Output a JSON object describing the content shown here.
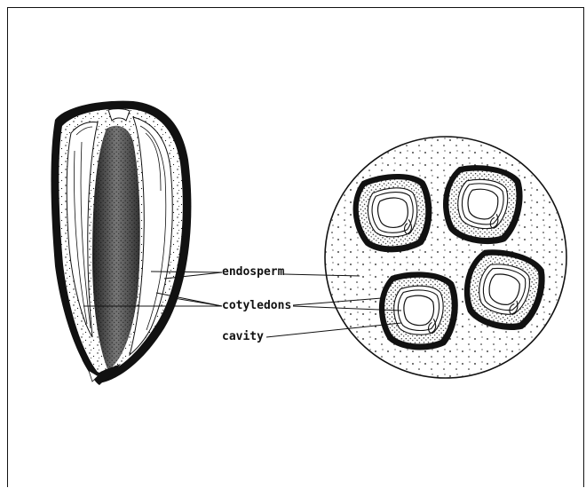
{
  "figure": {
    "labels": {
      "endosperm": "endosperm",
      "cotyledons": "cotyledons",
      "cavity": "cavity"
    },
    "colors": {
      "ink": "#111111",
      "paper": "#ffffff",
      "shade": "#8a8a8a"
    }
  }
}
